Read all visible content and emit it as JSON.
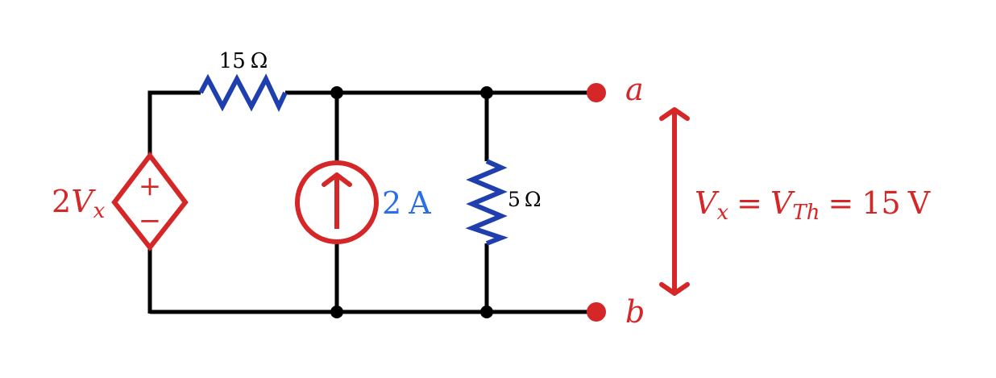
{
  "colors": {
    "wire": "#000000",
    "resistor": "#1f3fae",
    "source": "#d62728",
    "current_label": "#2a6ee8",
    "background": "#ffffff"
  },
  "labels": {
    "r1_value": "15",
    "r2_value": "5",
    "ohm_unit": "Ω",
    "dep_source_coeff": "2",
    "dep_source_var": "V",
    "dep_source_sub": "x",
    "plus_sign": "+",
    "minus_sign": "−",
    "current_value": "2",
    "current_unit": "A",
    "terminal_a": "a",
    "terminal_b": "b",
    "eq_lhs_var": "V",
    "eq_lhs_sub": "x",
    "eq_sign": "=",
    "eq_mid_var": "V",
    "eq_mid_sub": "Th",
    "eq_value": "15",
    "eq_unit": "V"
  }
}
